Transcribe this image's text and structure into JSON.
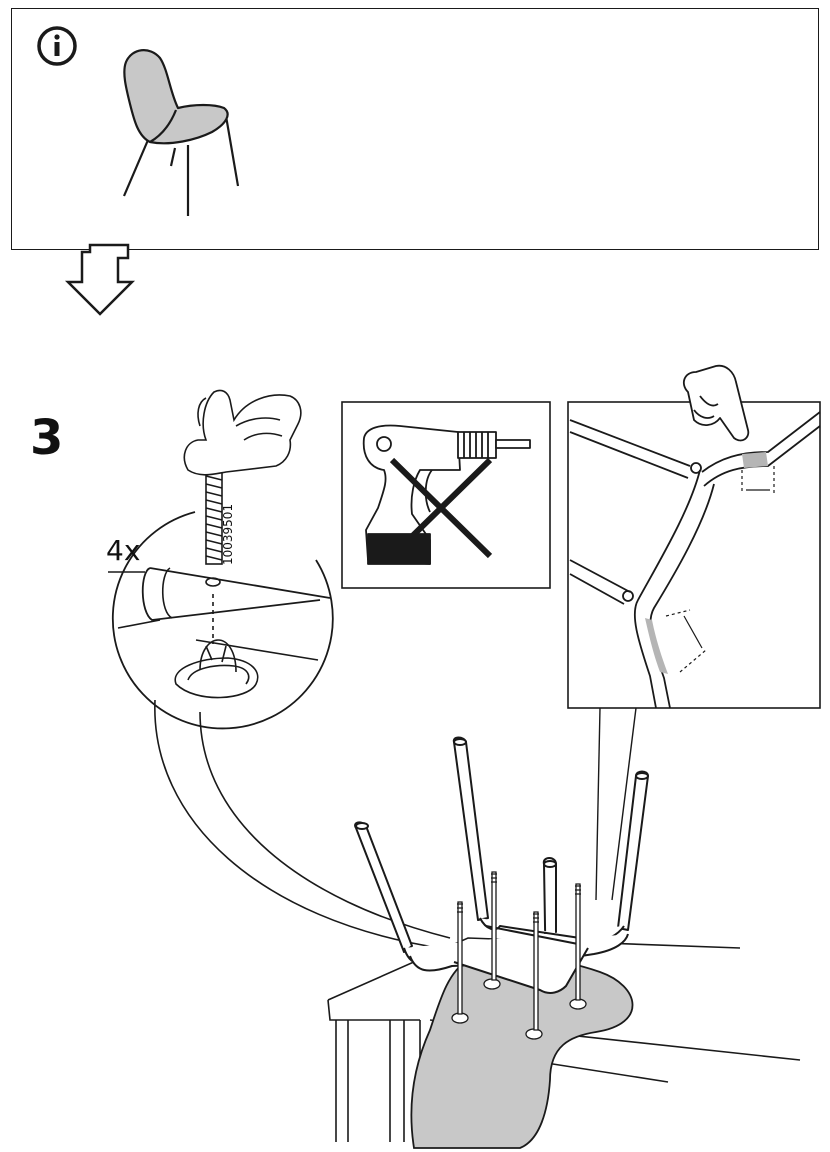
{
  "step": {
    "number": "3",
    "quantity_label": "4x",
    "part_number": "10039501"
  },
  "icons": {
    "info": "info-icon",
    "arrow": "hollow-down-arrow-icon",
    "no_drill": "no-power-drill-icon",
    "hand": "hand-pressing-icon"
  },
  "colors": {
    "line": "#1a1a1a",
    "seat_fill": "#c8c8c8",
    "highlight": "#b5b5b5"
  }
}
